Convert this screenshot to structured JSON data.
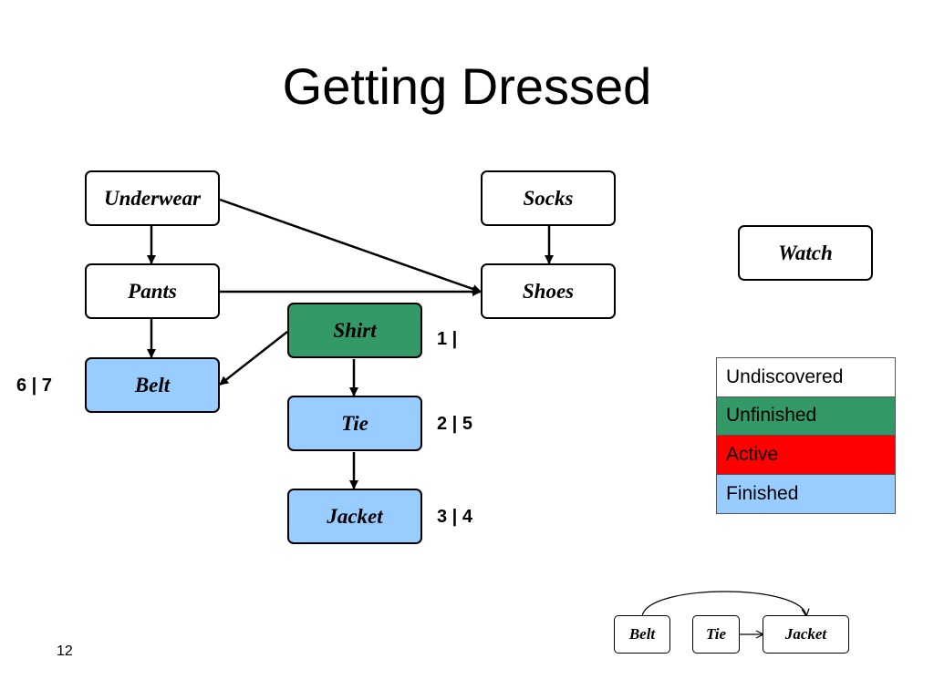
{
  "slide": {
    "title": "Getting Dressed",
    "number": "12"
  },
  "colors": {
    "undiscovered": "#ffffff",
    "unfinished": "#339966",
    "active": "#ff0000",
    "finished": "#99ccff"
  },
  "nodes": {
    "underwear": {
      "label": "Underwear",
      "state": "undiscovered"
    },
    "socks": {
      "label": "Socks",
      "state": "undiscovered"
    },
    "watch": {
      "label": "Watch",
      "state": "undiscovered"
    },
    "pants": {
      "label": "Pants",
      "state": "undiscovered"
    },
    "shoes": {
      "label": "Shoes",
      "state": "undiscovered"
    },
    "shirt": {
      "label": "Shirt",
      "state": "unfinished"
    },
    "belt": {
      "label": "Belt",
      "state": "finished"
    },
    "tie": {
      "label": "Tie",
      "state": "finished"
    },
    "jacket": {
      "label": "Jacket",
      "state": "finished"
    }
  },
  "edges": [
    {
      "from": "Underwear",
      "to": "Pants"
    },
    {
      "from": "Underwear",
      "to": "Shoes"
    },
    {
      "from": "Socks",
      "to": "Shoes"
    },
    {
      "from": "Pants",
      "to": "Shoes"
    },
    {
      "from": "Pants",
      "to": "Belt"
    },
    {
      "from": "Shirt",
      "to": "Belt"
    },
    {
      "from": "Shirt",
      "to": "Tie"
    },
    {
      "from": "Tie",
      "to": "Jacket"
    }
  ],
  "times": {
    "shirt": "1 |",
    "belt": "6 | 7",
    "tie": "2 | 5",
    "jacket": "3 | 4"
  },
  "legend": [
    {
      "label": "Undiscovered",
      "state": "undiscovered"
    },
    {
      "label": "Unfinished",
      "state": "unfinished"
    },
    {
      "label": "Active",
      "state": "active"
    },
    {
      "label": "Finished",
      "state": "finished"
    }
  ],
  "order_list": {
    "items": [
      {
        "label": "Belt"
      },
      {
        "label": "Tie"
      },
      {
        "label": "Jacket"
      }
    ]
  }
}
